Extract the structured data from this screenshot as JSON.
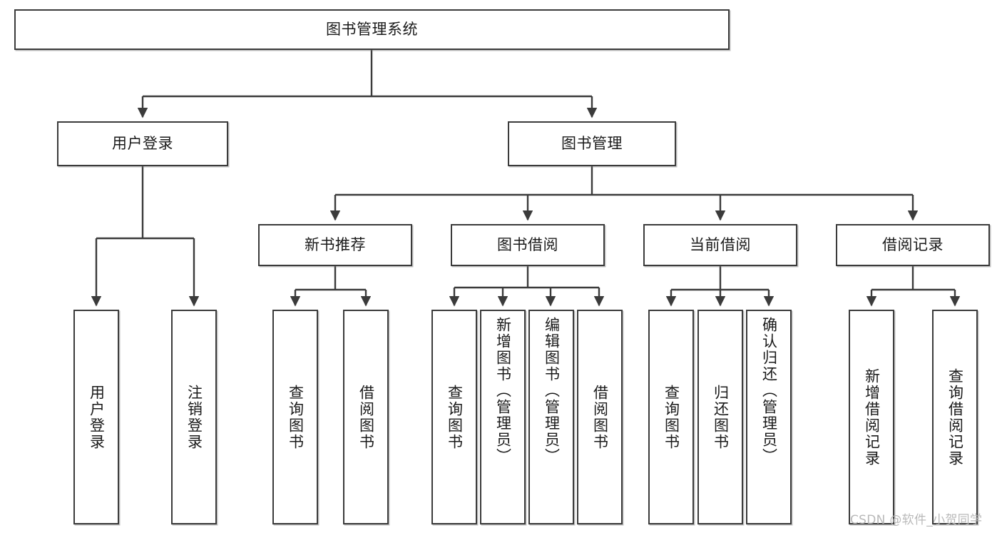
{
  "diagram": {
    "type": "tree-hierarchy",
    "title": "图书管理系统",
    "root": {
      "label": "图书管理系统"
    },
    "level1": [
      {
        "id": "user-login",
        "label": "用户登录"
      },
      {
        "id": "book-management",
        "label": "图书管理"
      }
    ],
    "level2": [
      {
        "id": "new-book-recommend",
        "label": "新书推荐",
        "parent": "book-management"
      },
      {
        "id": "book-borrow",
        "label": "图书借阅",
        "parent": "book-management"
      },
      {
        "id": "current-borrow",
        "label": "当前借阅",
        "parent": "book-management"
      },
      {
        "id": "borrow-record",
        "label": "借阅记录",
        "parent": "book-management"
      }
    ],
    "leaves": {
      "user_login": [
        {
          "id": "leaf-user-login",
          "label": "用户登录"
        },
        {
          "id": "leaf-logout",
          "label": "注销登录"
        }
      ],
      "new_book_recommend": [
        {
          "id": "leaf-query-book-1",
          "label": "查询图书"
        },
        {
          "id": "leaf-borrow-book-1",
          "label": "借阅图书"
        }
      ],
      "book_borrow": [
        {
          "id": "leaf-query-book-2",
          "label": "查询图书"
        },
        {
          "id": "leaf-add-book",
          "label": "新增图书（管理员）"
        },
        {
          "id": "leaf-edit-book",
          "label": "编辑图书（管理员）"
        },
        {
          "id": "leaf-borrow-book-2",
          "label": "借阅图书"
        }
      ],
      "current_borrow": [
        {
          "id": "leaf-query-book-3",
          "label": "查询图书"
        },
        {
          "id": "leaf-return-book",
          "label": "归还图书"
        },
        {
          "id": "leaf-confirm-return",
          "label": "确认归还（管理员）"
        }
      ],
      "borrow_record": [
        {
          "id": "leaf-add-record",
          "label": "新增借阅记录"
        },
        {
          "id": "leaf-query-record",
          "label": "查询借阅记录"
        }
      ]
    },
    "watermark": "CSDN @软件_小贺同学",
    "colors": {
      "stroke": "#3b3b3b",
      "fill": "#ffffff",
      "text": "#1a1a1a",
      "watermark": "#b9b9b9"
    }
  }
}
